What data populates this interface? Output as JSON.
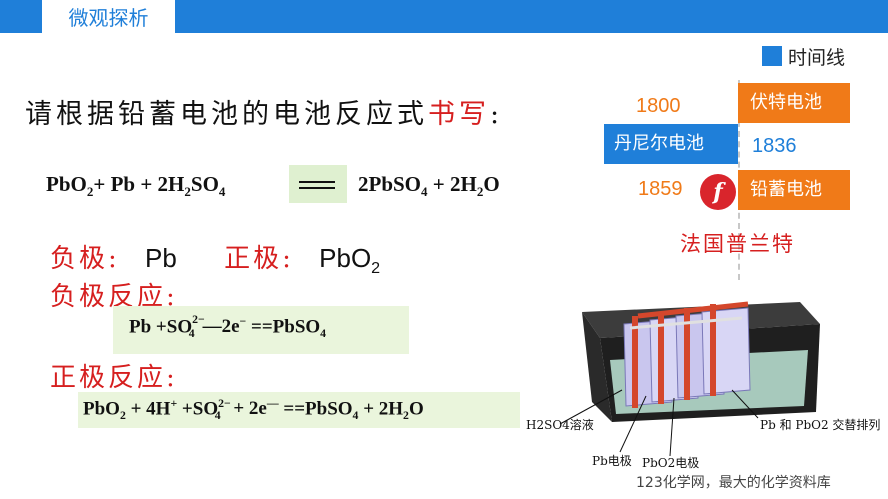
{
  "header": {
    "tab_title": "微观探析"
  },
  "timeline": {
    "legend_label": "时间线",
    "events": [
      {
        "year": "1800",
        "label": "伏特电池"
      },
      {
        "year": "1836",
        "label": "丹尼尔电池"
      },
      {
        "year": "1859",
        "label": "铅蓄电池"
      }
    ],
    "inventor": "法国普兰特"
  },
  "prompt": {
    "text": "请根据铅蓄电池的电池反应式",
    "highlight": "书写",
    "colon": ":"
  },
  "overall_reaction": {
    "left": [
      "PbO",
      "2",
      "+ Pb + 2H",
      "2",
      "SO",
      "4"
    ],
    "right": [
      "2PbSO",
      "4",
      " + 2H",
      "2",
      "O"
    ]
  },
  "poles": {
    "negative_label": "负极:",
    "negative_value": "Pb",
    "positive_label": "正极:",
    "positive_value": "PbO",
    "positive_value_sub": "2"
  },
  "negative_reaction": {
    "heading": "负极反应:",
    "parts": [
      "Pb +SO",
      "2−",
      "4",
      "—2e",
      "−",
      " ==PbSO",
      "4"
    ]
  },
  "positive_reaction": {
    "heading": "正极反应:",
    "parts": [
      "PbO",
      "2",
      " + 4H",
      "+",
      " +SO",
      "2−",
      "4",
      " + 2e",
      "—",
      " ==PbSO",
      "4",
      " + 2H",
      "2",
      "O"
    ]
  },
  "battery_diagram": {
    "labels": {
      "electrolyte": "H2SO4溶液",
      "pb_electrode": "Pb电极",
      "pbo2_electrode": "PbO2电极",
      "arrangement": "Pb 和 PbO2 交替排列"
    }
  },
  "footer": {
    "text": "123化学网，最大的化学资料库"
  },
  "colors": {
    "brand_blue": "#1f7fd9",
    "orange": "#f07a18",
    "red": "#d61f1f",
    "highlight_green": "#eaf5dc"
  }
}
